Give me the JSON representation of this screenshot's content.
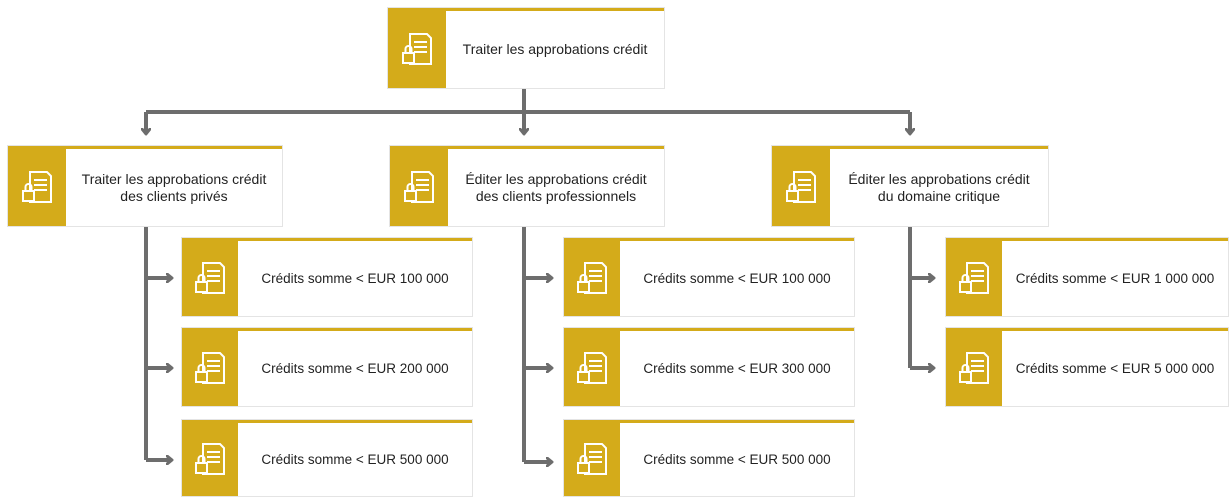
{
  "colors": {
    "accent": "#d4ab1a",
    "connector": "#6d6d6d"
  },
  "icon": "approval-document-lock-icon",
  "root": {
    "label": "Traiter les approbations crédit"
  },
  "branches": [
    {
      "label": "Traiter les approbations crédit des clients privés",
      "children": [
        {
          "label": "Crédits somme < EUR 100 000"
        },
        {
          "label": "Crédits somme < EUR 200 000"
        },
        {
          "label": "Crédits somme < EUR 500 000"
        }
      ]
    },
    {
      "label": "Éditer les approbations crédit des clients professionnels",
      "children": [
        {
          "label": "Crédits somme < EUR 100 000"
        },
        {
          "label": "Crédits somme < EUR 300 000"
        },
        {
          "label": "Crédits somme < EUR 500 000"
        }
      ]
    },
    {
      "label": "Éditer les approbations crédit du domaine critique",
      "children": [
        {
          "label": "Crédits somme < EUR 1 000 000"
        },
        {
          "label": "Crédits somme < EUR 5 000 000"
        }
      ]
    }
  ]
}
